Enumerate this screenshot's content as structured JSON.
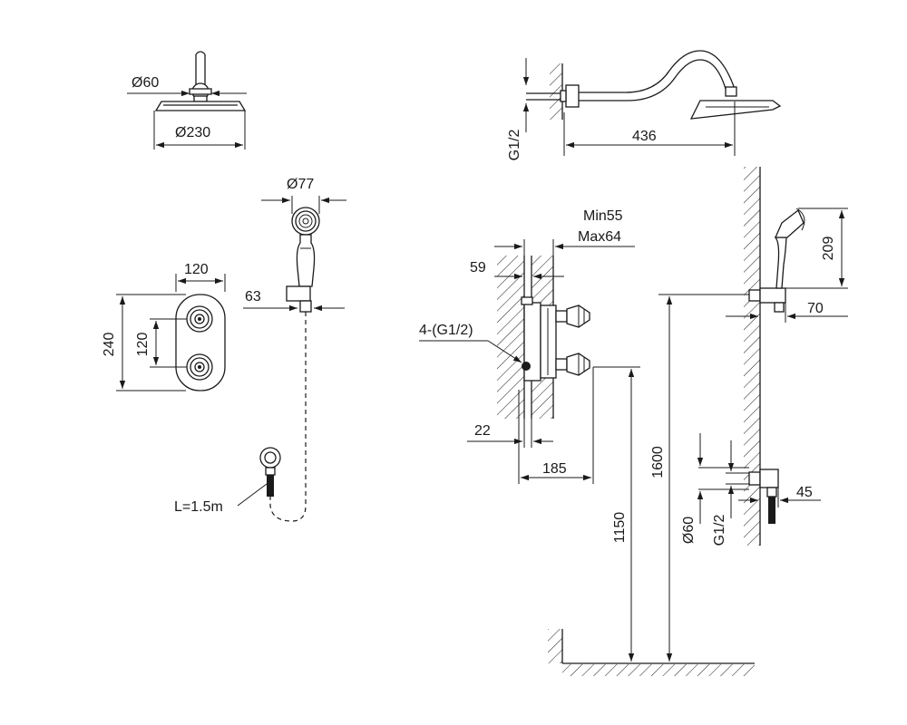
{
  "colors": {
    "line": "#1a1a1a",
    "background": "#ffffff"
  },
  "labels": {
    "head_arm_dia": "Ø60",
    "head_dia": "Ø230",
    "hand_dia": "Ø77",
    "holder_dim": "63",
    "plate_w": "120",
    "plate_h": "240",
    "valve_spacing": "120",
    "hose_len": "L=1.5m",
    "thread_top": "G1/2",
    "arm_len": "436",
    "depth_min": "Min55",
    "depth_max": "Max64",
    "wall_59": "59",
    "outlets": "4-(G1/2)",
    "dim_22": "22",
    "dim_185": "185",
    "h_1150": "1150",
    "h_1600": "1600",
    "holder_h": "209",
    "holder_proj": "70",
    "elbow_dia": "Ø60",
    "elbow_thread": "G1/2",
    "elbow_proj": "45"
  }
}
